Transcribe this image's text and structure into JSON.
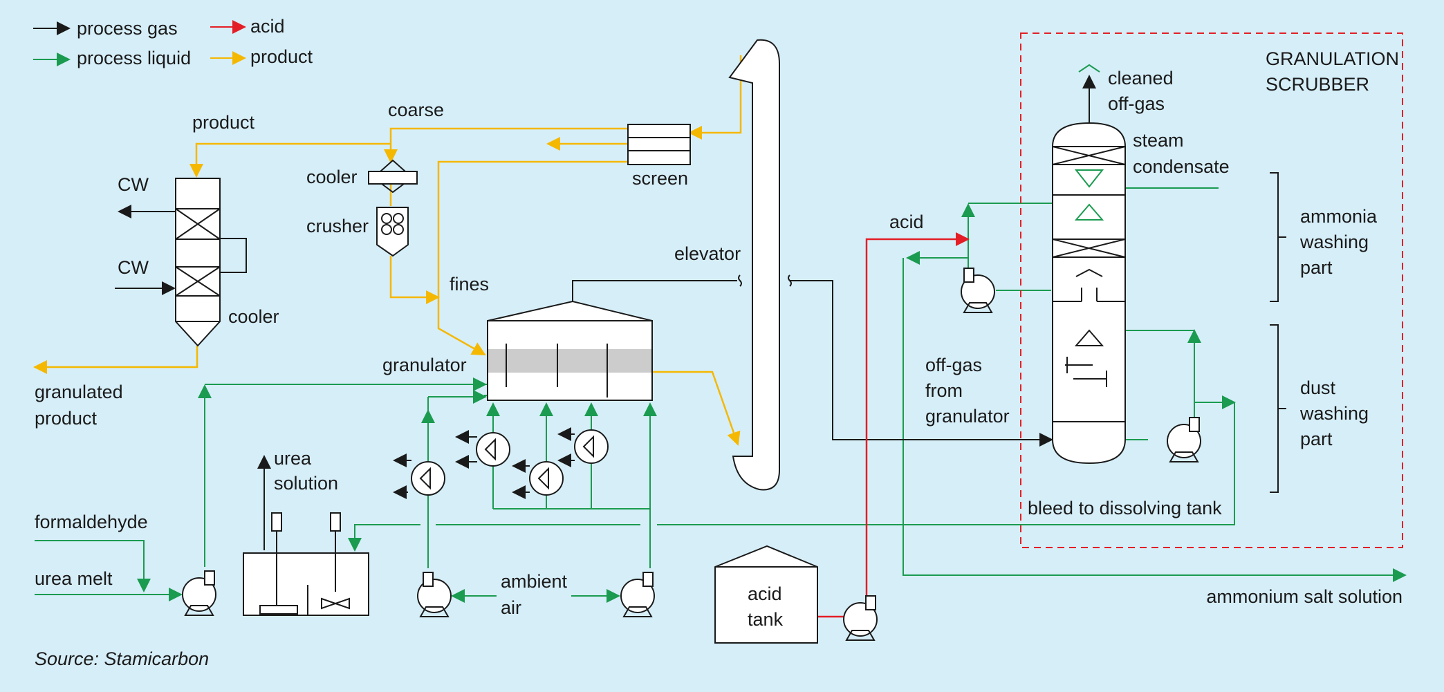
{
  "legend": {
    "process_gas": "process gas",
    "acid": "acid",
    "process_liquid": "process liquid",
    "product": "product"
  },
  "colors": {
    "background": "#d6eef8",
    "process_gas": "#1a1a1a",
    "acid": "#e41e26",
    "process_liquid": "#1a9b50",
    "product": "#f5b800",
    "scrubber_border": "#e41e26",
    "granulator_band": "#cccccc"
  },
  "labels": {
    "product": "product",
    "coarse": "coarse",
    "cw_out": "CW",
    "cw_in": "CW",
    "cooler_small": "cooler",
    "crusher": "crusher",
    "screen": "screen",
    "elevator": "elevator",
    "fines": "fines",
    "cooler_product": "cooler",
    "granulated_line1": "granulated",
    "granulated_line2": "product",
    "granulator": "granulator",
    "urea_solution_line1": "urea",
    "urea_solution_line2": "solution",
    "formaldehyde": "formaldehyde",
    "urea_melt": "urea melt",
    "ambient_line1": "ambient",
    "ambient_line2": "air",
    "acid_tank_line1": "acid",
    "acid_tank_line2": "tank",
    "acid": "acid",
    "offgas_line1": "off-gas",
    "offgas_line2": "from",
    "offgas_line3": "granulator",
    "cleaned_line1": "cleaned",
    "cleaned_line2": "off-gas",
    "steam_line1": "steam",
    "steam_line2": "condensate",
    "scrubber_line1": "GRANULATION",
    "scrubber_line2": "SCRUBBER",
    "ammonia_line1": "ammonia",
    "ammonia_line2": "washing",
    "ammonia_line3": "part",
    "dust_line1": "dust",
    "dust_line2": "washing",
    "dust_line3": "part",
    "bleed": "bleed to dissolving tank",
    "ammonium_salt": "ammonium salt solution"
  },
  "source": "Source: Stamicarbon"
}
